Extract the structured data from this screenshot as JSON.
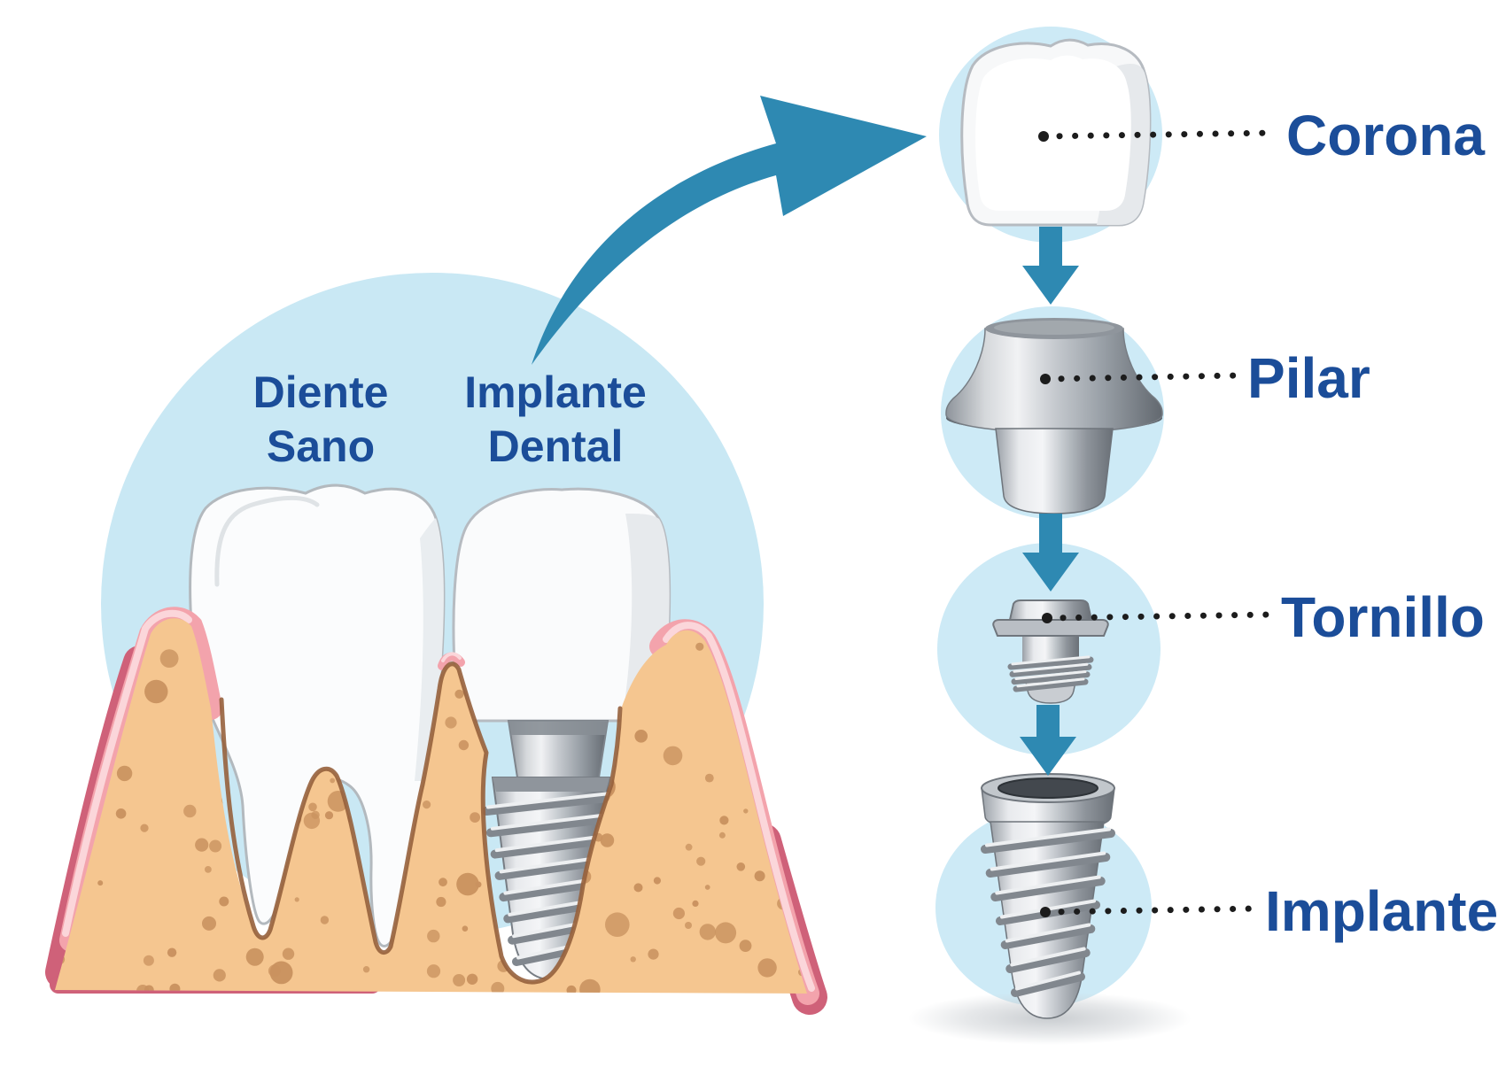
{
  "left_scene": {
    "healthy_tooth_label": {
      "line1": "Diente",
      "line2": "Sano"
    },
    "implant_label": {
      "line1": "Implante",
      "line2": "Dental"
    }
  },
  "exploded_view": {
    "steps": [
      {
        "id": "corona",
        "label": "Corona"
      },
      {
        "id": "pilar",
        "label": "Pilar"
      },
      {
        "id": "tornillo",
        "label": "Tornillo"
      },
      {
        "id": "implante",
        "label": "Implante"
      }
    ]
  },
  "icons": {
    "flow_arrow": "curved-swoosh-arrow-icon",
    "step_connector": "down-arrow-icon",
    "leader": "dotted-leader-line"
  },
  "colors": {
    "circle_blue": "#c9e8f4",
    "step_circle_blue": "#cdeaf6",
    "arrow_teal": "#2e89b2",
    "label_blue": "#1b4d99",
    "bone_tan": "#f5c690",
    "speckle_brown": "#c9925f",
    "gum_pink": "#f3a3ac",
    "gum_highlight": "#fbd6da",
    "gum_dark_rose": "#cf6179",
    "socket_brown": "#96613c",
    "dot_black": "#1c1c1c",
    "tooth_white": "#fbfcfd",
    "metal_gray": "#b4bac0"
  }
}
